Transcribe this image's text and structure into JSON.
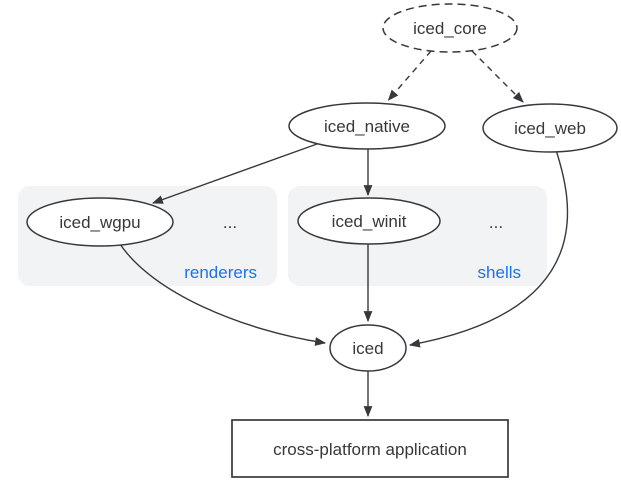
{
  "diagram": {
    "nodes": {
      "core": {
        "label": "iced_core",
        "shape": "ellipse-dashed"
      },
      "native": {
        "label": "iced_native",
        "shape": "ellipse"
      },
      "web": {
        "label": "iced_web",
        "shape": "ellipse"
      },
      "wgpu": {
        "label": "iced_wgpu",
        "shape": "ellipse"
      },
      "winit": {
        "label": "iced_winit",
        "shape": "ellipse"
      },
      "iced": {
        "label": "iced",
        "shape": "ellipse"
      },
      "app": {
        "label": "cross-platform application",
        "shape": "rectangle"
      }
    },
    "groups": {
      "renderers": {
        "label": "renderers",
        "ellipsis": "...",
        "members": [
          "iced_wgpu"
        ]
      },
      "shells": {
        "label": "shells",
        "ellipsis": "...",
        "members": [
          "iced_winit"
        ]
      }
    },
    "edges": [
      {
        "from": "iced_core",
        "to": "iced_native",
        "style": "dashed"
      },
      {
        "from": "iced_core",
        "to": "iced_web",
        "style": "dashed"
      },
      {
        "from": "iced_native",
        "to": "iced_wgpu",
        "style": "solid"
      },
      {
        "from": "iced_native",
        "to": "iced_winit",
        "style": "solid"
      },
      {
        "from": "iced_wgpu",
        "to": "iced",
        "style": "solid"
      },
      {
        "from": "iced_winit",
        "to": "iced",
        "style": "solid"
      },
      {
        "from": "iced_web",
        "to": "iced",
        "style": "solid"
      },
      {
        "from": "iced",
        "to": "cross-platform application",
        "style": "solid"
      }
    ],
    "colors": {
      "ink": "#36383c",
      "group_background": "#f1f3f4",
      "label_accent": "#1a73e8",
      "background": "#ffffff"
    }
  }
}
